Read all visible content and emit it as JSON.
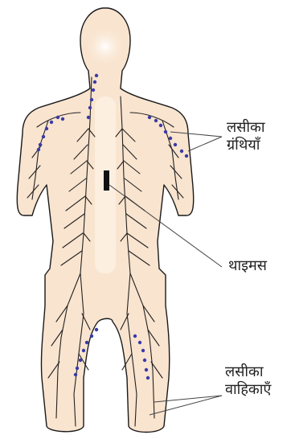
{
  "labels": {
    "lymph_nodes": [
      "लसीका",
      "ग्रंथियाँ"
    ],
    "thymus": "थाइमस",
    "lymph_vessels": [
      "लसीका",
      "वाहिकाएँ"
    ]
  },
  "colors": {
    "skin": "#f9e4cf",
    "highlight": "#fdf1e4",
    "outline": "#1a1a1a",
    "vessel": "#222222",
    "node": "#3a3aa8",
    "leader": "#444444"
  },
  "icons": {
    "thymus": "thymus-bar-mark",
    "nodes": "lymph-node-dots"
  }
}
